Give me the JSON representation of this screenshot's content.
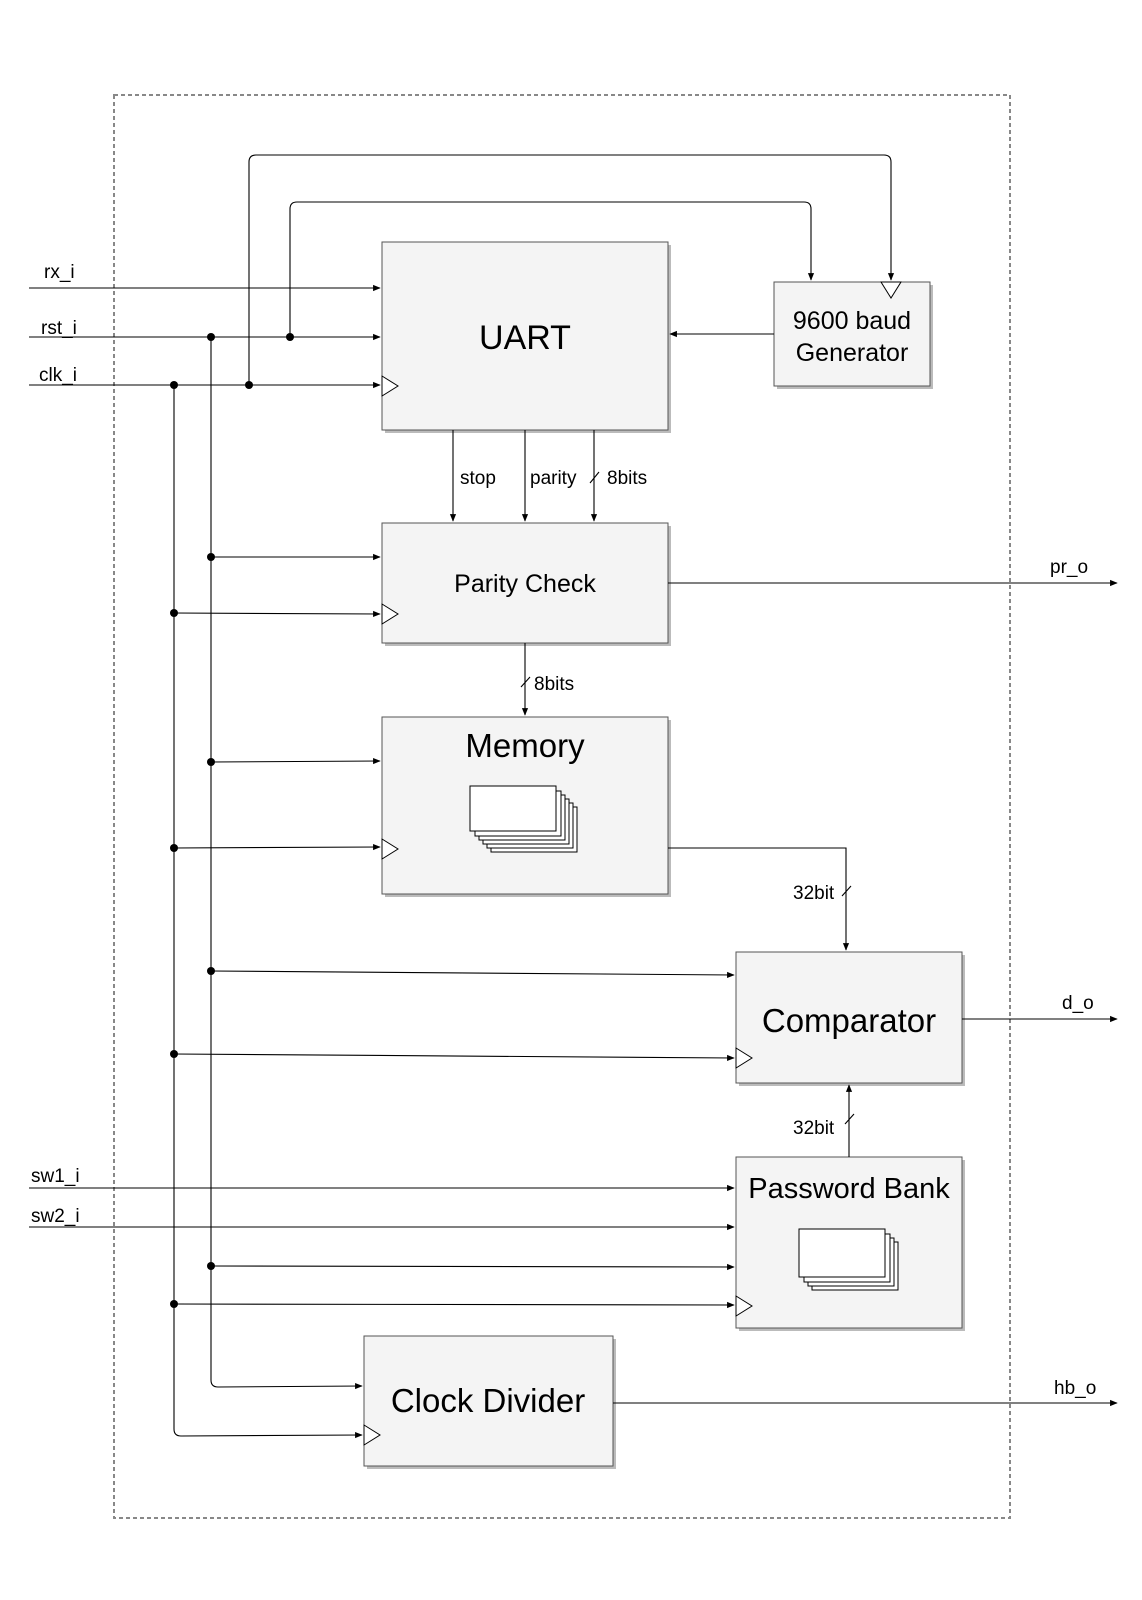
{
  "inputs": {
    "rx": "rx_i",
    "rst": "rst_i",
    "clk": "clk_i",
    "sw1": "sw1_i",
    "sw2": "sw2_i"
  },
  "outputs": {
    "pr": "pr_o",
    "d": "d_o",
    "hb": "hb_o"
  },
  "blocks": {
    "uart": "UART",
    "baud_line1": "9600 baud",
    "baud_line2": "Generator",
    "parity": "Parity Check",
    "memory": "Memory",
    "comparator": "Comparator",
    "password": "Password Bank",
    "clockdiv": "Clock Divider"
  },
  "signals": {
    "stop": "stop",
    "parity": "parity",
    "bits_uart": "8bits",
    "bits_parity": "8bits",
    "mem_bus": "32bit",
    "pw_bus": "32bit"
  }
}
